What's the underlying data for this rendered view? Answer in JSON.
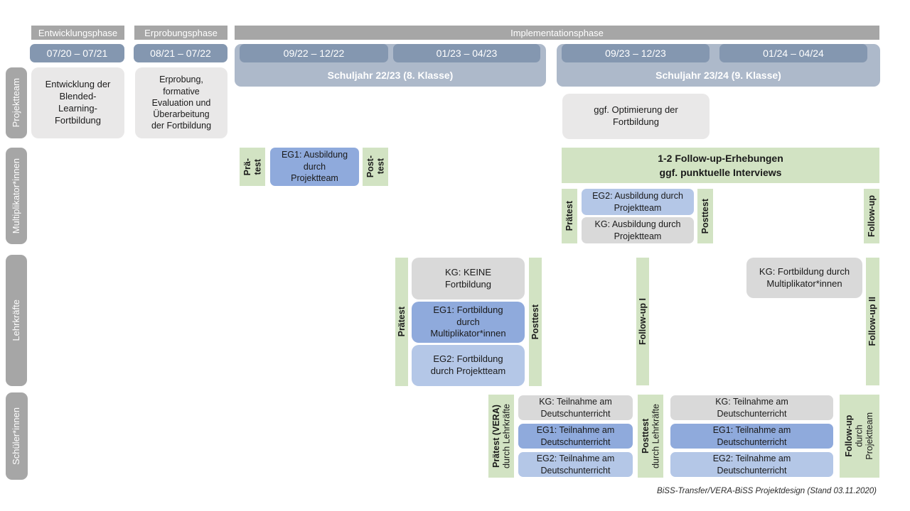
{
  "colors": {
    "phase_bar": "#a6a6a6",
    "date_pill": "#8497b0",
    "year_band": "#adb9ca",
    "box_light_gray": "#e9e8e8",
    "box_gray": "#d9d9d9",
    "box_blue_eg1": "#8faadc",
    "box_blue_eg2": "#b4c7e7",
    "box_green": "#d2e3c3"
  },
  "phases": {
    "entwicklung": "Entwicklungsphase",
    "erprobung": "Erprobungsphase",
    "implementation": "Implementationsphase"
  },
  "dates": {
    "d1": "07/20 – 07/21",
    "d2": "08/21 – 07/22",
    "d3": "09/22 – 12/22",
    "d4": "01/23 – 04/23",
    "d5": "09/23 – 12/23",
    "d6": "01/24 – 04/24"
  },
  "school_years": {
    "y2223": "Schuljahr 22/23 (8. Klasse)",
    "y2324": "Schuljahr 23/24 (9. Klasse)"
  },
  "row_labels": {
    "projektteam": "Projektteam",
    "multiplikatoren": "Multiplikator*innen",
    "lehrkraefte": "Lehrkräfte",
    "schueler": "Schüler*innen"
  },
  "projektteam": {
    "entwicklung_box": "Entwicklung der\nBlended-\nLearning-\nFortbildung",
    "erprobung_box": "Erprobung,\nformative\nEvaluation und\nÜberarbeitung\nder Fortbildung",
    "optimierung_box": "ggf. Optimierung der\nFortbildung"
  },
  "multiplikatoren": {
    "praetest_short": {
      "line1": "Prä-",
      "line2": "test"
    },
    "eg1_box": "EG1: Ausbildung\ndurch\nProjektteam",
    "posttest_short": {
      "line1": "Post-",
      "line2": "test"
    },
    "followup_box": "1-2 Follow-up-Erhebungen\nggf. punktuelle Interviews",
    "praetest": "Prätest",
    "eg2_box": "EG2: Ausbildung durch\nProjektteam",
    "kg_box": "KG: Ausbildung durch\nProjektteam",
    "posttest": "Posttest",
    "followup": "Follow-up"
  },
  "lehrkraefte": {
    "praetest": "Prätest",
    "kg_box": "KG: KEINE\nFortbildung",
    "eg1_box": "EG1: Fortbildung\ndurch\nMultiplikator*innen",
    "eg2_box": "EG2: Fortbildung\ndurch Projektteam",
    "posttest": "Posttest",
    "followup1": "Follow-up I",
    "kg2_box": "KG: Fortbildung durch\nMultiplikator*innen",
    "followup2": "Follow-up II"
  },
  "schueler": {
    "praetest": {
      "line1": "Prätest (VERA)",
      "line2": "durch Lehrkräfte"
    },
    "kg_box_1": "KG: Teilnahme am\nDeutschunterricht",
    "eg1_box_1": "EG1: Teilnahme am\nDeutschunterricht",
    "eg2_box_1": "EG2: Teilnahme am\nDeutschunterricht",
    "posttest": {
      "line1": "Posttest",
      "line2": "durch Lehrkräfte"
    },
    "kg_box_2": "KG: Teilnahme am\nDeutschunterricht",
    "eg1_box_2": "EG1: Teilnahme am\nDeutschunterricht",
    "eg2_box_2": "EG2: Teilnahme am\nDeutschunterricht",
    "followup": {
      "line1": "Follow-up",
      "line2": "durch",
      "line3": "Projektteam"
    }
  },
  "footer": "BiSS-Transfer/VERA-BiSS Projektdesign (Stand 03.11.2020)"
}
